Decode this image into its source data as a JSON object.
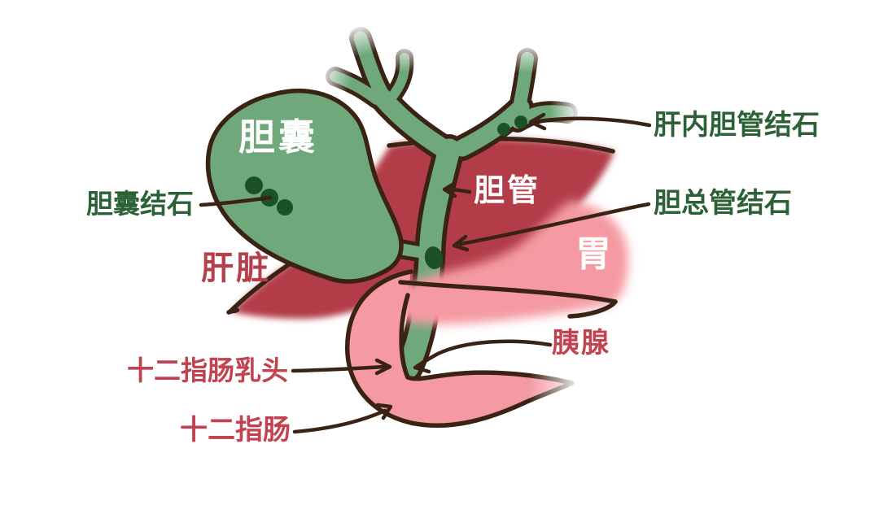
{
  "figure": {
    "description_type": "biliary-system-anatomy-diagram",
    "colors": {
      "duct_green": "#6FA87B",
      "stone_dark_green": "#1C5128",
      "liver_red": "#B23C49",
      "stomach_pink": "#F59AA2",
      "outline_brown": "#3A2315",
      "label_green": "#2B6135",
      "label_red": "#C2424F",
      "label_liver_red": "#B5404C",
      "label_white": "#FFFFFF",
      "background": "#FFFFFF"
    }
  },
  "organs": {
    "gallbladder": {
      "label": "胆囊"
    },
    "bile_duct": {
      "label": "胆管"
    },
    "liver": {
      "label": "肝脏"
    },
    "stomach": {
      "label": "胃"
    },
    "pancreas": {
      "label": "胰腺"
    },
    "duodenal_papilla": {
      "label": "十二指肠乳头"
    },
    "duodenum": {
      "label": "十二指肠"
    }
  },
  "stone_annotations": {
    "gallbladder_stones": {
      "label": "胆囊结石",
      "count": 3
    },
    "intrahepatic_duct_stones": {
      "label": "肝内胆管结石",
      "count": 2
    },
    "common_bile_duct_stone": {
      "label": "胆总管结石",
      "count": 1
    }
  }
}
